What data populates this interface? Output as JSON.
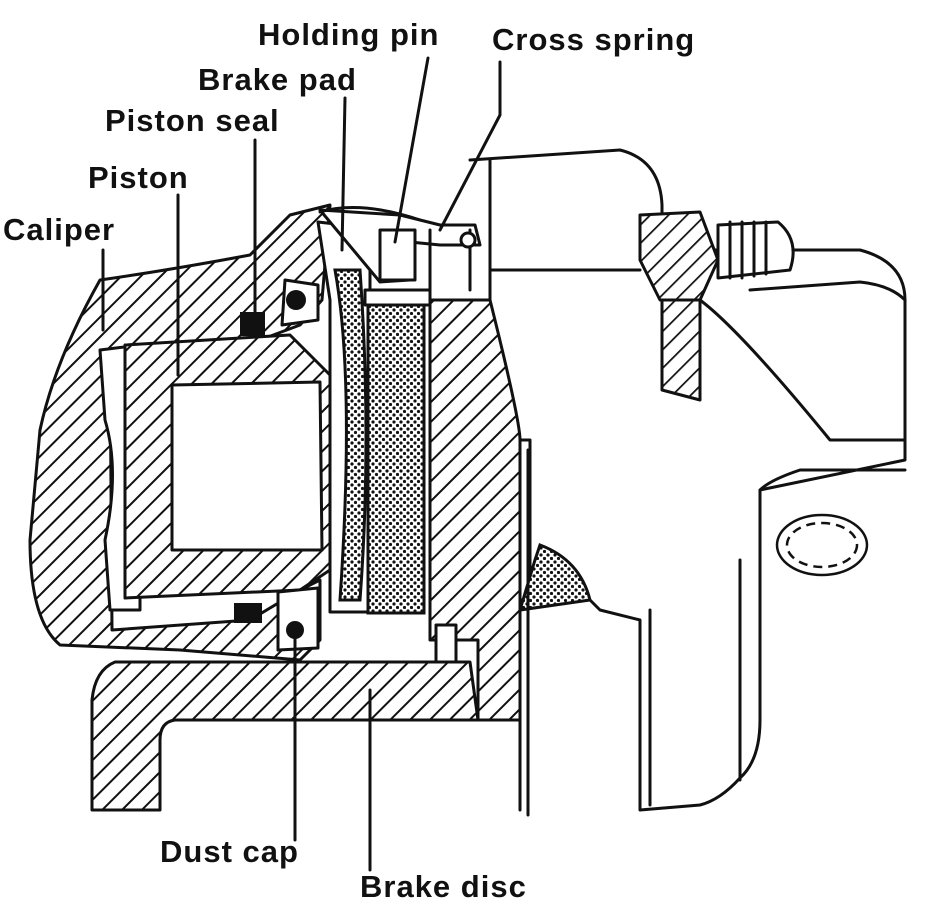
{
  "labels": {
    "holding_pin": "Holding pin",
    "cross_spring": "Cross spring",
    "brake_pad": "Brake pad",
    "piston_seal": "Piston seal",
    "piston": "Piston",
    "caliper": "Caliper",
    "dust_cap": "Dust cap",
    "brake_disc": "Brake disc"
  }
}
